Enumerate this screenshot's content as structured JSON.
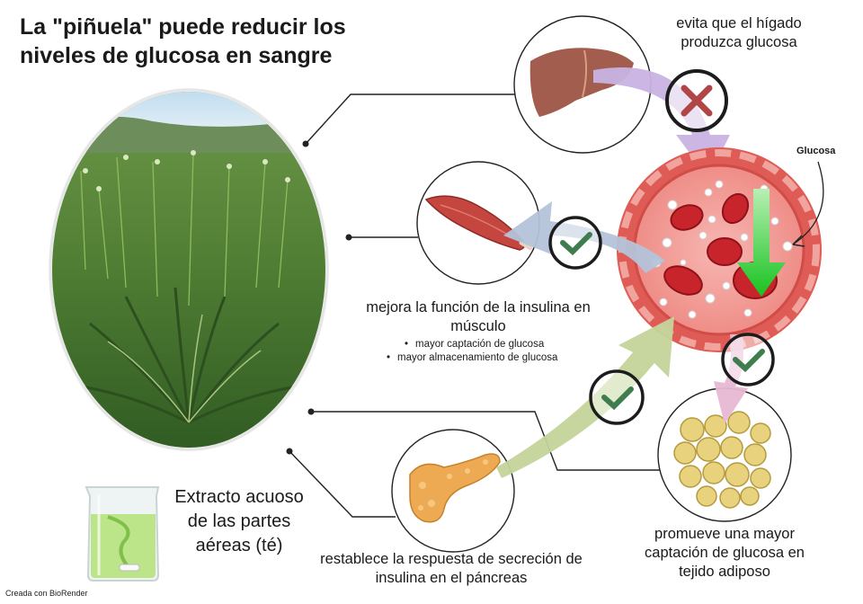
{
  "title": "La \"piñuela\" puede reducir los niveles de glucosa en sangre",
  "liver_label": "evita que el hígado produzca glucosa",
  "glucose_label": "Glucosa",
  "muscle_label": "mejora la función de la insulina en músculo",
  "muscle_bullets": [
    "mayor captación de glucosa",
    "mayor almacenamiento de glucosa"
  ],
  "extract_label": "Extracto acuoso de las partes aéreas (té)",
  "pancreas_label": "restablece la respuesta de secreción de insulina en el páncreas",
  "adipose_label": "promueve una mayor captación de glucosa en tejido adiposo",
  "credit": "Creada con BioRender",
  "colors": {
    "check": "#3f7d4f",
    "cross": "#b04646",
    "liver_arrow": "#c9b3e3",
    "muscle_arrow": "#b3c3d9",
    "pancreas_arrow": "#c4d49a",
    "adipose_arrow": "#e8b8d4",
    "glucose_arrow": "#22c52a",
    "vessel": "#e05a55"
  }
}
